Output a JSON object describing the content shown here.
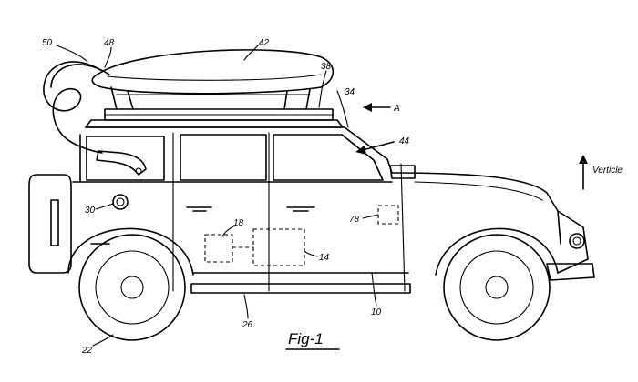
{
  "figure": {
    "caption": "Fig-1",
    "direction_label": "Verticle",
    "arrow_label": "A",
    "reference_numerals": {
      "vehicle": "10",
      "control_module": "14",
      "battery": "18",
      "wheel": "22",
      "body": "26",
      "charge_port": "30",
      "roof": "34",
      "roof_rack": "38",
      "cargo_box": "42",
      "side_panel_arrow": "44",
      "charging_cable": "48",
      "charging_plug": "50",
      "sensor_module": "78"
    }
  }
}
